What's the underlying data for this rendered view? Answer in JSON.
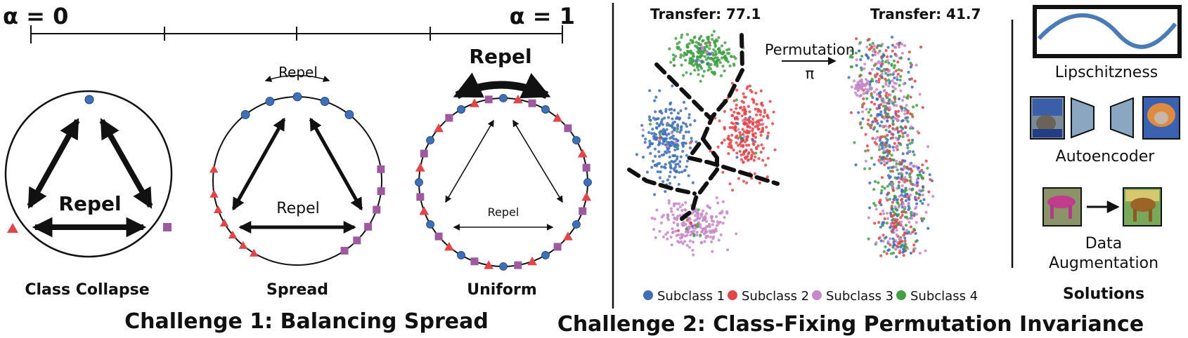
{
  "alpha_scale": {
    "left_label": "α = 0",
    "right_label": "α = 1"
  },
  "challenge1": {
    "title": "Challenge 1: Balancing Spread",
    "panels": [
      {
        "caption": "Class Collapse",
        "repel_labels": [
          "Repel"
        ]
      },
      {
        "caption": "Spread",
        "repel_labels": [
          "Repel",
          "Repel"
        ]
      },
      {
        "caption": "Uniform",
        "repel_labels": [
          "Repel",
          "Repel"
        ]
      }
    ]
  },
  "challenge2": {
    "title": "Challenge 2: Class-Fixing Permutation Invariance",
    "left_plot_title": "Transfer: 77.1",
    "right_plot_title": "Transfer: 41.7",
    "arrow_label_top": "Permutation",
    "arrow_label_bottom": "π",
    "legend": [
      {
        "label": "Subclass 1",
        "color": "#3f6fb6"
      },
      {
        "label": "Subclass 2",
        "color": "#e0454a"
      },
      {
        "label": "Subclass 3",
        "color": "#c788c8"
      },
      {
        "label": "Subclass 4",
        "color": "#43a047"
      }
    ]
  },
  "solutions": {
    "title": "Solutions",
    "items": [
      {
        "label": "Lipschitzness"
      },
      {
        "label": "Autoencoder"
      },
      {
        "label": "Data Augmentation",
        "lines": [
          "Data",
          "Augmentation"
        ]
      }
    ]
  },
  "colors": {
    "blue_marker": "#3f6fb6",
    "red_marker": "#e0454a",
    "purple_marker": "#9e5a9e",
    "trapezoid": "#8aa6c0"
  }
}
